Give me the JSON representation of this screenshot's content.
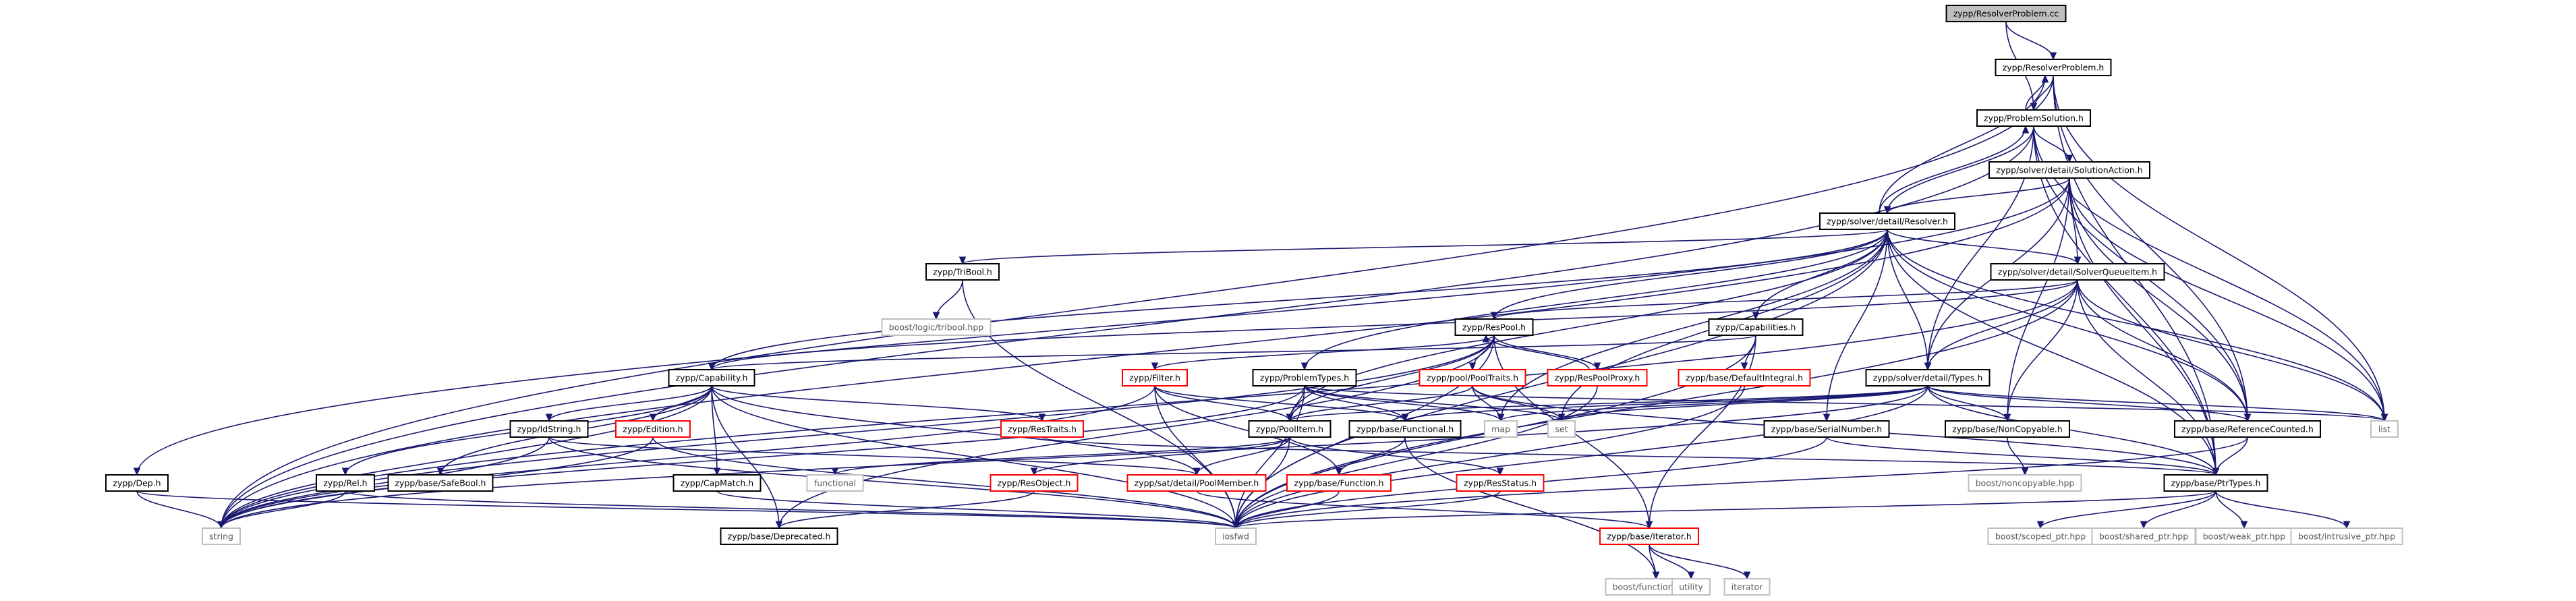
{
  "graph": {
    "nodes": [
      {
        "id": "n0",
        "label": "zypp/ResolverProblem.cc",
        "kind": "root"
      },
      {
        "id": "n1",
        "label": "zypp/ResolverProblem.h",
        "kind": "normal"
      },
      {
        "id": "n2",
        "label": "zypp/ProblemSolution.h",
        "kind": "normal"
      },
      {
        "id": "n3",
        "label": "zypp/solver/detail/SolutionAction.h",
        "kind": "normal"
      },
      {
        "id": "n4",
        "label": "zypp/solver/detail/Resolver.h",
        "kind": "normal"
      },
      {
        "id": "n5",
        "label": "zypp/TriBool.h",
        "kind": "normal"
      },
      {
        "id": "n6",
        "label": "boost/logic/tribool.hpp",
        "kind": "external"
      },
      {
        "id": "n7",
        "label": "zypp/solver/detail/SolverQueueItem.h",
        "kind": "normal"
      },
      {
        "id": "n8",
        "label": "zypp/ResPool.h",
        "kind": "normal"
      },
      {
        "id": "n9",
        "label": "zypp/Capabilities.h",
        "kind": "normal"
      },
      {
        "id": "n10",
        "label": "zypp/Capability.h",
        "kind": "normal"
      },
      {
        "id": "n11",
        "label": "zypp/Filter.h",
        "kind": "incomplete"
      },
      {
        "id": "n12",
        "label": "zypp/ProblemTypes.h",
        "kind": "normal"
      },
      {
        "id": "n13",
        "label": "zypp/pool/PoolTraits.h",
        "kind": "incomplete"
      },
      {
        "id": "n14",
        "label": "zypp/ResPoolProxy.h",
        "kind": "incomplete"
      },
      {
        "id": "n15",
        "label": "zypp/base/DefaultIntegral.h",
        "kind": "incomplete"
      },
      {
        "id": "n16",
        "label": "zypp/solver/detail/Types.h",
        "kind": "normal"
      },
      {
        "id": "n17",
        "label": "zypp/IdString.h",
        "kind": "normal"
      },
      {
        "id": "n18",
        "label": "zypp/Edition.h",
        "kind": "incomplete"
      },
      {
        "id": "n19",
        "label": "zypp/ResTraits.h",
        "kind": "incomplete"
      },
      {
        "id": "n20",
        "label": "zypp/PoolItem.h",
        "kind": "normal"
      },
      {
        "id": "n21",
        "label": "zypp/base/Functional.h",
        "kind": "normal"
      },
      {
        "id": "n22",
        "label": "map",
        "kind": "external"
      },
      {
        "id": "n23",
        "label": "set",
        "kind": "external"
      },
      {
        "id": "n24",
        "label": "zypp/base/SerialNumber.h",
        "kind": "normal"
      },
      {
        "id": "n25",
        "label": "zypp/base/NonCopyable.h",
        "kind": "normal"
      },
      {
        "id": "n26",
        "label": "zypp/base/ReferenceCounted.h",
        "kind": "normal"
      },
      {
        "id": "n27",
        "label": "list",
        "kind": "external"
      },
      {
        "id": "n28",
        "label": "zypp/Dep.h",
        "kind": "normal"
      },
      {
        "id": "n29",
        "label": "zypp/Rel.h",
        "kind": "normal"
      },
      {
        "id": "n30",
        "label": "zypp/base/SafeBool.h",
        "kind": "normal"
      },
      {
        "id": "n31",
        "label": "zypp/CapMatch.h",
        "kind": "normal"
      },
      {
        "id": "n32",
        "label": "functional",
        "kind": "external"
      },
      {
        "id": "n33",
        "label": "zypp/ResObject.h",
        "kind": "incomplete"
      },
      {
        "id": "n34",
        "label": "zypp/sat/detail/PoolMember.h",
        "kind": "incomplete"
      },
      {
        "id": "n35",
        "label": "zypp/base/Function.h",
        "kind": "incomplete"
      },
      {
        "id": "n36",
        "label": "zypp/ResStatus.h",
        "kind": "incomplete"
      },
      {
        "id": "n37",
        "label": "boost/noncopyable.hpp",
        "kind": "external"
      },
      {
        "id": "n38",
        "label": "zypp/base/PtrTypes.h",
        "kind": "normal"
      },
      {
        "id": "n39",
        "label": "string",
        "kind": "external"
      },
      {
        "id": "n40",
        "label": "zypp/base/Deprecated.h",
        "kind": "normal"
      },
      {
        "id": "n41",
        "label": "iosfwd",
        "kind": "external"
      },
      {
        "id": "n42",
        "label": "zypp/base/Iterator.h",
        "kind": "incomplete"
      },
      {
        "id": "n43",
        "label": "boost/functional.hpp",
        "kind": "external"
      },
      {
        "id": "n44",
        "label": "utility",
        "kind": "external"
      },
      {
        "id": "n45",
        "label": "iterator",
        "kind": "external"
      },
      {
        "id": "n46",
        "label": "boost/scoped_ptr.hpp",
        "kind": "external"
      },
      {
        "id": "n47",
        "label": "boost/shared_ptr.hpp",
        "kind": "external"
      },
      {
        "id": "n48",
        "label": "boost/weak_ptr.hpp",
        "kind": "external"
      },
      {
        "id": "n49",
        "label": "boost/intrusive_ptr.hpp",
        "kind": "external"
      }
    ]
  },
  "colors": {
    "edge": "#191970",
    "node_border": "#000000",
    "incomplete_border": "#ff0000",
    "external_border": "#bfbfbf",
    "root_fill": "#bfbfbf",
    "background": "#ffffff"
  }
}
